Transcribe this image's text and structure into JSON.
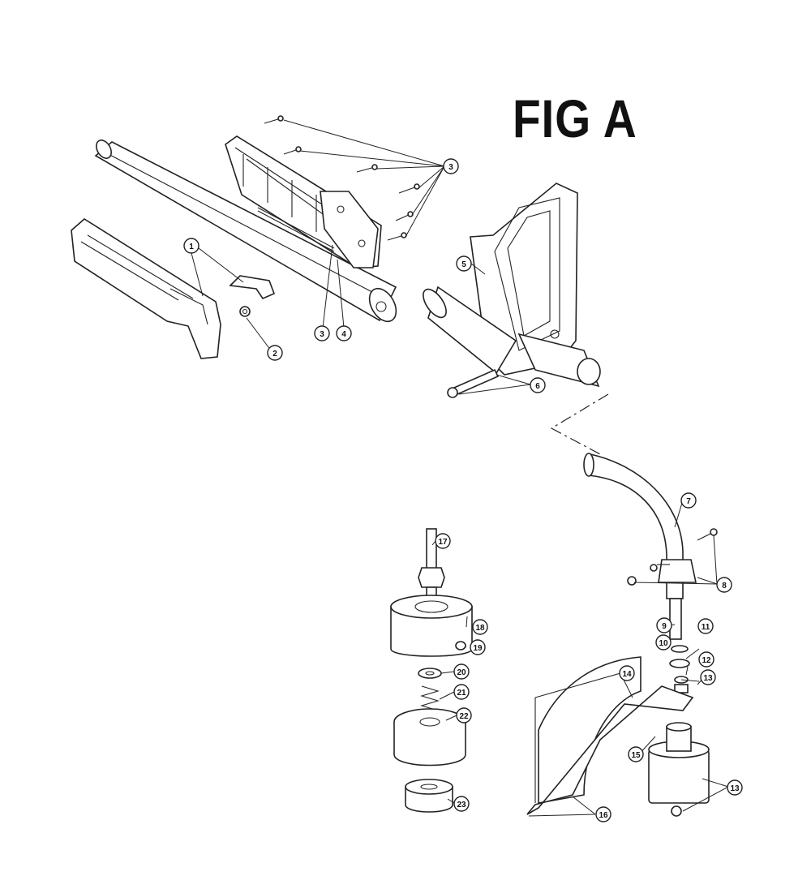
{
  "figure": {
    "title": "FIG A"
  },
  "callouts": [
    {
      "id": "c1",
      "label": "1"
    },
    {
      "id": "c2",
      "label": "2"
    },
    {
      "id": "c3a",
      "label": "3"
    },
    {
      "id": "c3b",
      "label": "3"
    },
    {
      "id": "c4",
      "label": "4"
    },
    {
      "id": "c5",
      "label": "5"
    },
    {
      "id": "c6",
      "label": "6"
    },
    {
      "id": "c7",
      "label": "7"
    },
    {
      "id": "c8",
      "label": "8"
    },
    {
      "id": "c9",
      "label": "9"
    },
    {
      "id": "c10",
      "label": "10"
    },
    {
      "id": "c11",
      "label": "11"
    },
    {
      "id": "c12",
      "label": "12"
    },
    {
      "id": "c13a",
      "label": "13"
    },
    {
      "id": "c13b",
      "label": "13"
    },
    {
      "id": "c14",
      "label": "14"
    },
    {
      "id": "c15",
      "label": "15"
    },
    {
      "id": "c16",
      "label": "16"
    },
    {
      "id": "c17",
      "label": "17"
    },
    {
      "id": "c18",
      "label": "18"
    },
    {
      "id": "c19",
      "label": "19"
    },
    {
      "id": "c20",
      "label": "20"
    },
    {
      "id": "c21",
      "label": "21"
    },
    {
      "id": "c22",
      "label": "22"
    },
    {
      "id": "c23",
      "label": "23"
    }
  ]
}
